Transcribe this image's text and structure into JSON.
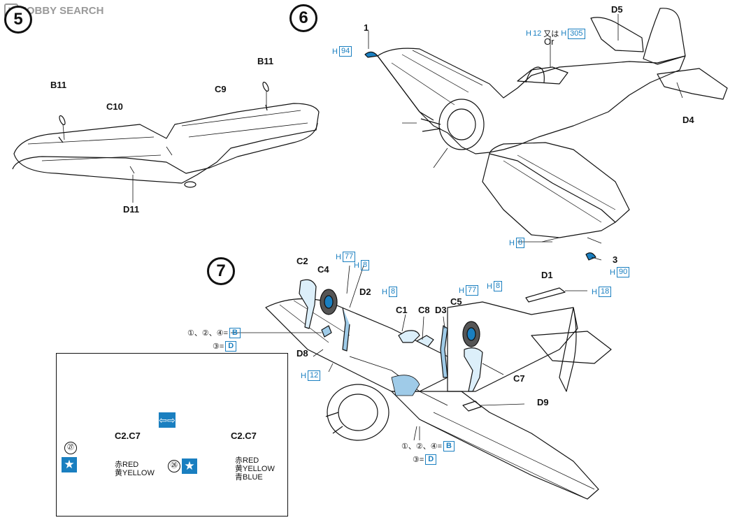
{
  "watermark": "HOBBY SEARCH",
  "colors": {
    "ink": "#111111",
    "blue": "#1a7fc0",
    "part_blue": "#9fcbe8",
    "decal_blue": "#1a7fc0"
  },
  "steps": {
    "s5": {
      "number": "5",
      "labels": [
        "B11",
        "C10",
        "C9",
        "B11",
        "D11"
      ]
    },
    "s6": {
      "number": "6",
      "part1": "1",
      "part3": "3",
      "D5": "D5",
      "D4": "D4",
      "or_jp": "又は",
      "or_en": "Or",
      "refs": {
        "h94": "94",
        "h12": "12",
        "h305": "305",
        "h8": "8",
        "h90": "90"
      }
    },
    "s7": {
      "number": "7",
      "labels": [
        "C2",
        "C4",
        "D2",
        "C1",
        "C8",
        "D3",
        "C5",
        "D1",
        "D8",
        "C7",
        "D9"
      ],
      "refs": {
        "h77a": "77",
        "h8a": "8",
        "h8b": "8",
        "h77b": "77",
        "h8c": "8",
        "h18": "18",
        "h12": "12"
      },
      "options": {
        "opt1_text": "①、②、④=",
        "opt1_val": "B",
        "opt2_text": "③=",
        "opt2_val": "D",
        "opt3_text": "①、②、④=",
        "opt3_val": "B",
        "opt4_text": "③=",
        "opt4_val": "D"
      }
    }
  },
  "h_prefix": "H",
  "inset": {
    "left_label": "C2.C7",
    "right_label": "C2.C7",
    "left_decal": "㉗",
    "right_decal": "㉖",
    "left_colors": [
      "赤RED",
      "黄YELLOW"
    ],
    "right_colors": [
      "赤RED",
      "黄YELLOW",
      "青BLUE"
    ],
    "star": "★",
    "arrow": "⇦⇨"
  }
}
